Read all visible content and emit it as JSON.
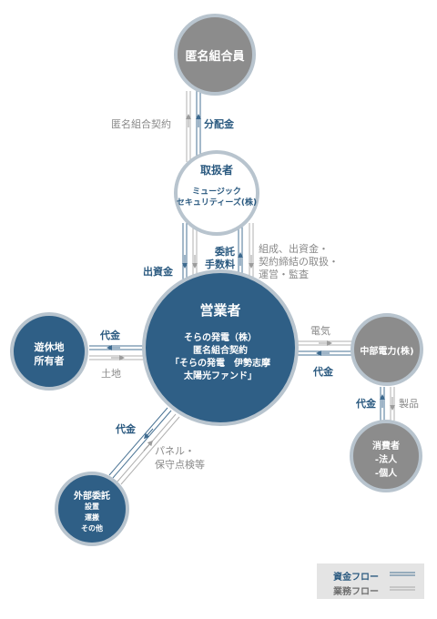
{
  "nodes": {
    "investors": {
      "label": "匿名組合員"
    },
    "handler": {
      "title": "取扱者",
      "name_line1": "ミュージック",
      "name_line2": "セキュリティーズ(株)"
    },
    "operator": {
      "title": "営業者",
      "line1": "そらの発電（株）",
      "line2": "匿名組合契約",
      "line3": "「そらの発電　伊勢志摩",
      "line4": "太陽光ファンド」"
    },
    "landowner": {
      "line1": "遊休地",
      "line2": "所有者"
    },
    "chubu": {
      "label": "中部電力(株)"
    },
    "consumer": {
      "title": "消費者",
      "line1": "-法人",
      "line2": "-個人"
    },
    "contractor": {
      "title": "外部委託",
      "line1": "設置",
      "line2": "運搬",
      "line3": "その他"
    }
  },
  "flows": {
    "tokumei_keiyaku": "匿名組合契約",
    "bunpaikin": "分配金",
    "shusshikin": "出資金",
    "itaku_1": "委託",
    "itaku_2": "手数料",
    "kumisei_1": "組成、出資金・",
    "kumisei_2": "契約締結の取扱・",
    "kumisei_3": "運営・監査",
    "land_daikin": "代金",
    "land_tochi": "土地",
    "denki": "電気",
    "chubu_daikin": "代金",
    "consumer_daikin": "代金",
    "seihin": "製品",
    "contractor_daikin": "代金",
    "panel_1": "パネル・",
    "panel_2": "保守点検等"
  },
  "legend": {
    "fund_flow": "資金フロー",
    "business_flow": "業務フロー"
  },
  "colors": {
    "blue_node": "#2f5f86",
    "gray_node": "#8c8c8c",
    "ring": "#b8c4ce",
    "fund_line": "#4a7394",
    "business_line": "#a9a9a9"
  }
}
